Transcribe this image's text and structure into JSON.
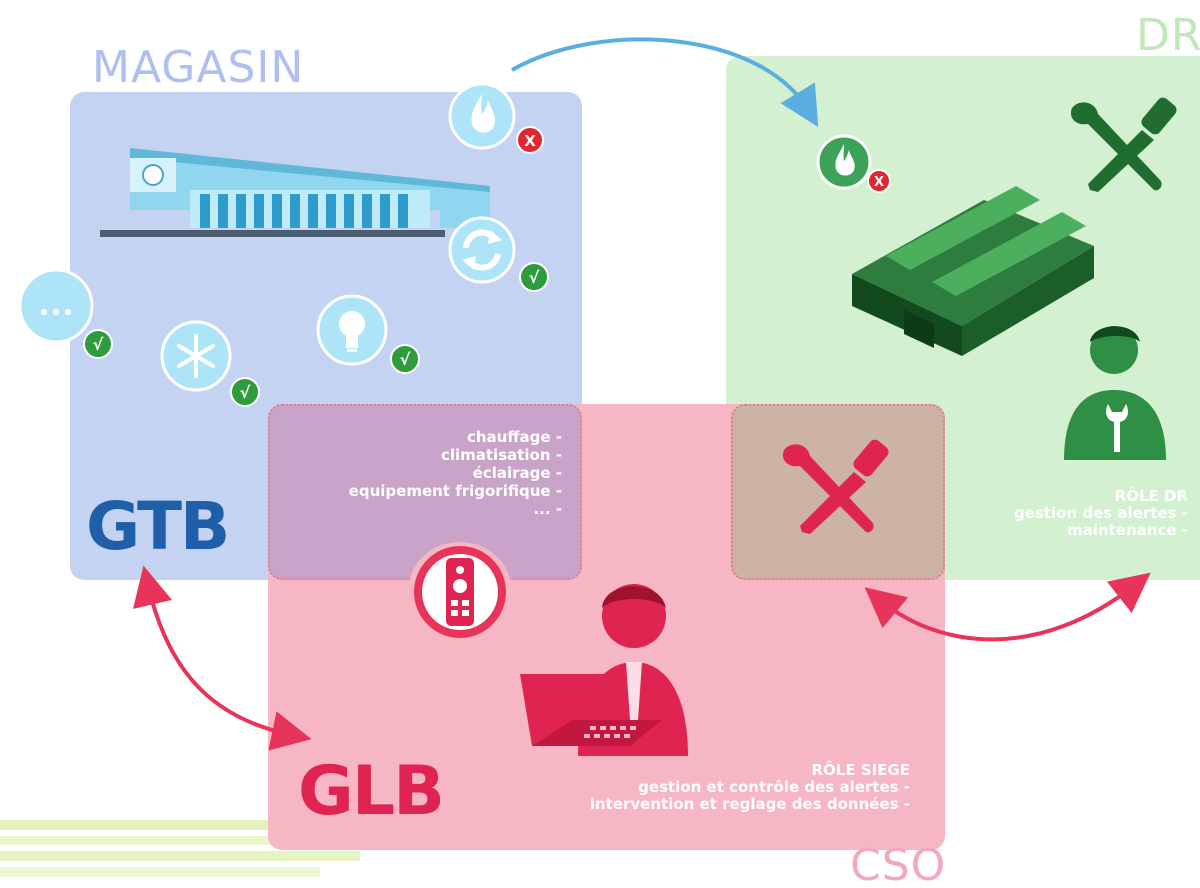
{
  "zones": {
    "magasin": {
      "title": "MAGASIN",
      "system": "GTB"
    },
    "dr": {
      "title": "DR",
      "role_title": "RÔLE DR",
      "role_lines": [
        "gestion des alertes -",
        "maintenance -"
      ]
    },
    "cso": {
      "title": "CSO",
      "system": "GLB",
      "role_title": "RÔLE SIEGE",
      "role_lines": [
        "gestion et contrôle des alertes -",
        "intervention et reglage des données -"
      ]
    }
  },
  "equipment_list": [
    "chauffage -",
    "climatisation -",
    "éclairage -",
    "equipement frigorifique -",
    "... -"
  ],
  "status_badges": {
    "ok": "√",
    "alert": "X"
  },
  "icons": [
    "fire-icon",
    "recycle-icon",
    "more-icon",
    "snowflake-icon",
    "lightbulb-icon",
    "remote-control-icon",
    "wrench-screwdriver-icon",
    "technician-icon",
    "operator-icon",
    "warehouse-icon",
    "store-building-icon"
  ],
  "colors": {
    "magasin_panel": "#c5d3f3",
    "dr_panel": "#d3f0d0",
    "cso_panel": "#f6b6c4",
    "overlap_purple": "#c9a3c8",
    "overlap_brown": "#cdb3a3",
    "accent_red": "#e8345a",
    "gtb_blue": "#1f5ea8",
    "ok_green": "#2e9c3c",
    "alert_red": "#e22531"
  }
}
